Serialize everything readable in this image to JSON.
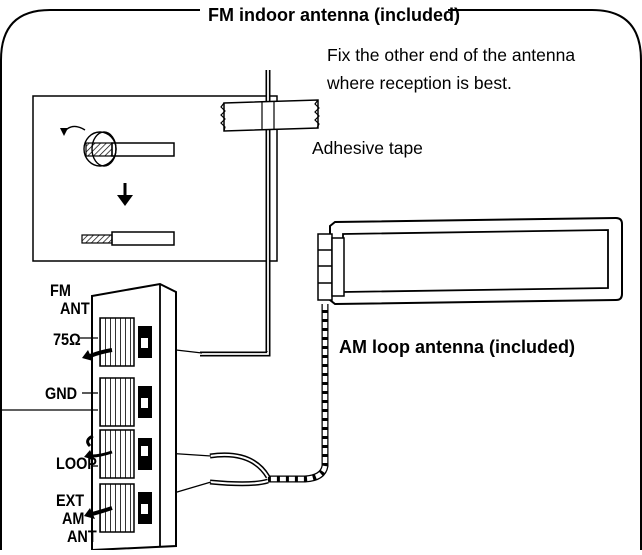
{
  "labels": {
    "fm_antenna": "FM indoor antenna (included)",
    "fix_note_line1": "Fix the other end of the antenna",
    "fix_note_line2": "where reception is best.",
    "adhesive_tape": "Adhesive tape",
    "am_antenna": "AM loop antenna (included)"
  },
  "terminals": {
    "fm": "FM",
    "fm_ant": "ANT",
    "ohm": "75Ω",
    "gnd": "GND",
    "loop": "LOOP",
    "ext": "EXT",
    "am": "AM",
    "am_ant": "ANT"
  }
}
